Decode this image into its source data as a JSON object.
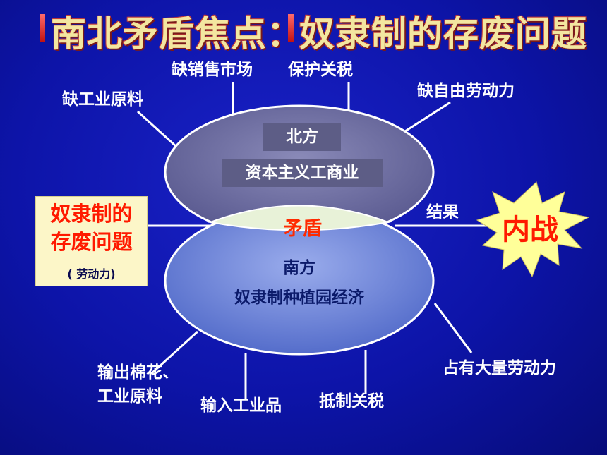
{
  "title": {
    "left": "南北矛盾焦点：",
    "right": "奴隶制的存废问题"
  },
  "north": {
    "label": "北方",
    "economy": "资本主义工商业",
    "needs": {
      "markets": "缺销售市场",
      "tariff": "保护关税",
      "raw_materials": "缺工业原料",
      "free_labor": "缺自由劳动力"
    }
  },
  "south": {
    "label": "南方",
    "economy": "奴隶制种植园经济",
    "features": {
      "exports_line1": "输出棉花、",
      "exports_line2": "工业原料",
      "imports": "输入工业品",
      "tariff": "抵制关税",
      "labor": "占有大量劳动力"
    }
  },
  "conflict": "矛盾",
  "issue": {
    "line1": "奴隶制的",
    "line2": "存废问题",
    "note": "( 劳动力)"
  },
  "result": "结果",
  "outcome": "内战",
  "colors": {
    "background": "#0d14a8",
    "north_ellipse": "#6a6a9c",
    "south_ellipse": "#6e86d8",
    "conflict_text": "#ff2a00",
    "issue_box": "#fcf6c8",
    "burst": "#ffff99"
  }
}
